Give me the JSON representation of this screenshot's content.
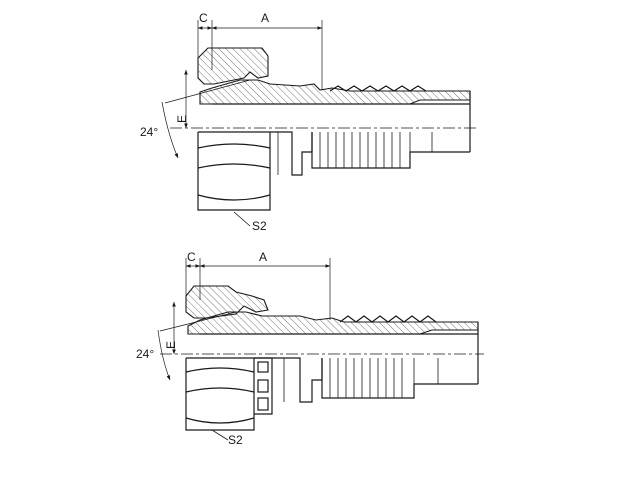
{
  "figure_top": {
    "labels": {
      "c": "C",
      "a": "A",
      "e": "E",
      "angle": "24°",
      "s2": "S2"
    }
  },
  "figure_bottom": {
    "labels": {
      "c": "C",
      "a": "A",
      "e": "E",
      "angle": "24°",
      "s2": "S2"
    }
  }
}
